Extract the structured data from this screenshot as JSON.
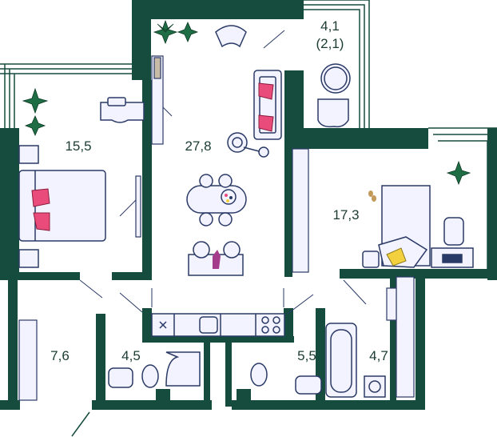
{
  "colors": {
    "wall": "#164c3e",
    "line": "#2a3a66",
    "fixture_fill": "#f3f2ff",
    "accent_pink": "#e94b7b",
    "accent_yellow": "#f3d03e",
    "plant": "#1f6d45"
  },
  "rooms": [
    {
      "name": "room-area-loggia",
      "area": "4,1",
      "note": "(2,1)"
    },
    {
      "name": "room-area-bedroom-left",
      "area": "15,5"
    },
    {
      "name": "room-area-living",
      "area": "27,8"
    },
    {
      "name": "room-area-bedroom-right",
      "area": "17,3"
    },
    {
      "name": "room-area-hall",
      "area": "7,6"
    },
    {
      "name": "room-area-bath-left",
      "area": "4,5"
    },
    {
      "name": "room-area-bath-right",
      "area": "5,5"
    },
    {
      "name": "room-area-closet",
      "area": "4,7"
    }
  ]
}
